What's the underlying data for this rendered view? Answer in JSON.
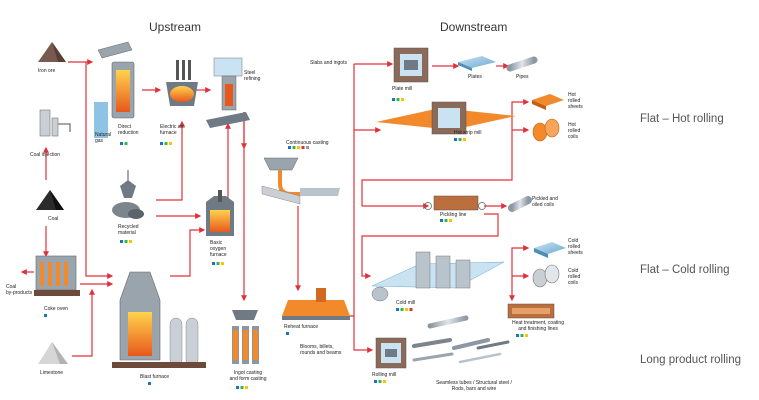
{
  "headers": {
    "upstream": "Upstream",
    "downstream": "Downstream"
  },
  "nodes": {
    "iron_ore": "Iron ore",
    "natural_gas": "Natural\ngas",
    "direct_reduction": "Direct\nreduction",
    "electric_arc_furnace": "Electric arc\nfurnace",
    "steel_refining": "Steel\nrefining",
    "coal_injection": "Coal injection",
    "coal": "Coal",
    "coal_byproducts": "Coal\nby-products",
    "coke_oven": "Coke oven",
    "recycled_material": "Recycled\nmaterial",
    "basic_oxygen_furnace": "Basic\noxygen\nfurnace",
    "limestone": "Limestone",
    "blast_furnace": "Blast furnace",
    "continuous_casting": "Continuous casting",
    "ingot_casting": "Ingot casting\nand form casting",
    "slabs_ingots": "Slabs and ingots",
    "plate_mill": "Plate mill",
    "plates": "Plates",
    "pipes": "Pipes",
    "hot_strip_mill": "Hot strip mill",
    "hot_rolled_sheets": "Hot\nrolled\nsheets",
    "hot_rolled_coils": "Hot\nrolled\ncoils",
    "pickling_line": "Pickling line",
    "pickled_oiled_coils": "Pickled and\noiled coils",
    "cold_mill": "Cold mill",
    "cold_rolled_sheets": "Cold\nrolled\nsheets",
    "cold_rolled_coils": "Cold\nrolled\ncoils",
    "heat_treatment": "Heat treatment, coating\nand finishing lines",
    "reheat_furnace": "Reheat furnace",
    "blooms_billets": "Blooms, billets,\nrounds and beams",
    "rolling_mill": "Rolling mill",
    "long_products": "Seamless tubes / Structural steel /\nRods, bars and wire"
  },
  "side_labels": {
    "flat_hot": "Flat – Hot rolling",
    "flat_cold": "Flat – Cold rolling",
    "long_product": "Long product rolling"
  },
  "colors": {
    "arrow": "#e0313a",
    "orange": "#f28a2b",
    "blue": "#8ec3e6",
    "steel": "#b9c3cc",
    "dark": "#4d4d4d",
    "dot_blue": "#1b75bb",
    "dot_green": "#39b54a",
    "dot_yellow": "#f7c600",
    "dot_red": "#e0313a",
    "dot_grey": "#999999"
  }
}
